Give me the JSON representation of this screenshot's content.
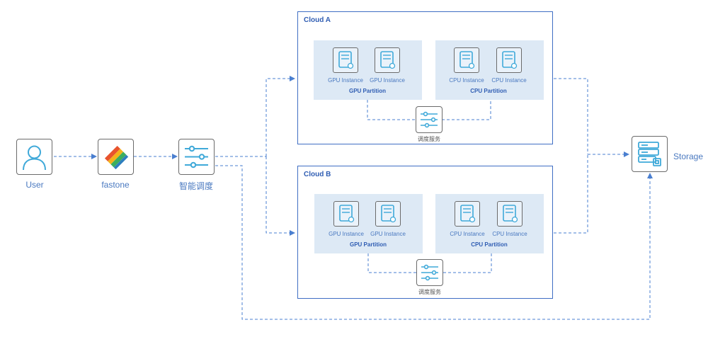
{
  "nodes": {
    "user": "User",
    "fastone": "fastone",
    "scheduler": "智能调度",
    "storage": "Storage"
  },
  "cloud_a": {
    "title": "Cloud A",
    "gpu_partition": {
      "title": "GPU Partition",
      "instances": [
        "GPU Instance",
        "GPU Instance"
      ]
    },
    "cpu_partition": {
      "title": "CPU Partition",
      "instances": [
        "CPU Instance",
        "CPU Instance"
      ]
    },
    "scheduler": "调度服务"
  },
  "cloud_b": {
    "title": "Cloud B",
    "gpu_partition": {
      "title": "GPU Partition",
      "instances": [
        "GPU Instance",
        "GPU Instance"
      ]
    },
    "cpu_partition": {
      "title": "CPU Partition",
      "instances": [
        "CPU Instance",
        "CPU Instance"
      ]
    },
    "scheduler": "调度服务"
  },
  "colors": {
    "accent": "#3f6ec4",
    "partition_bg": "#dde9f5",
    "icon_blue": "#3fa9d9",
    "connector": "#4a7fd0"
  }
}
